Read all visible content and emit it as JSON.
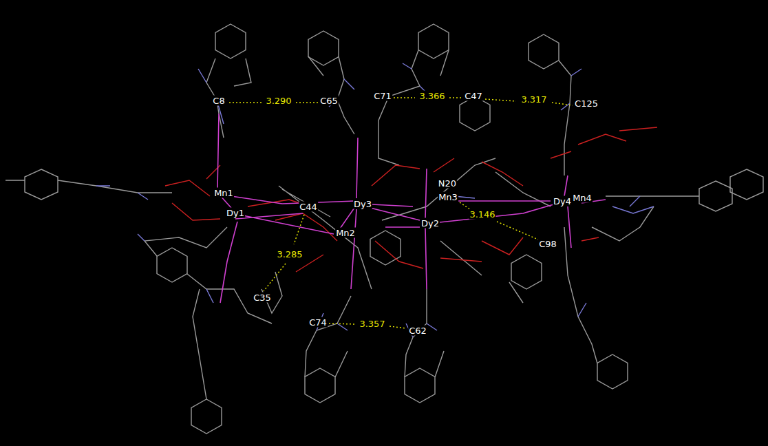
{
  "diagram": {
    "labels": [
      "C8",
      "3.290",
      "C65",
      "C71",
      "3.366",
      "C47",
      "3.317",
      "C125",
      "N20",
      "Mn1",
      "C44",
      "Dy3",
      "Mn3",
      "Dy4",
      "Mn4",
      "Dy1",
      "Mn2",
      "Dy2",
      "3.146",
      "3.285",
      "C98",
      "C35",
      "C74",
      "3.357",
      "C62"
    ]
  }
}
